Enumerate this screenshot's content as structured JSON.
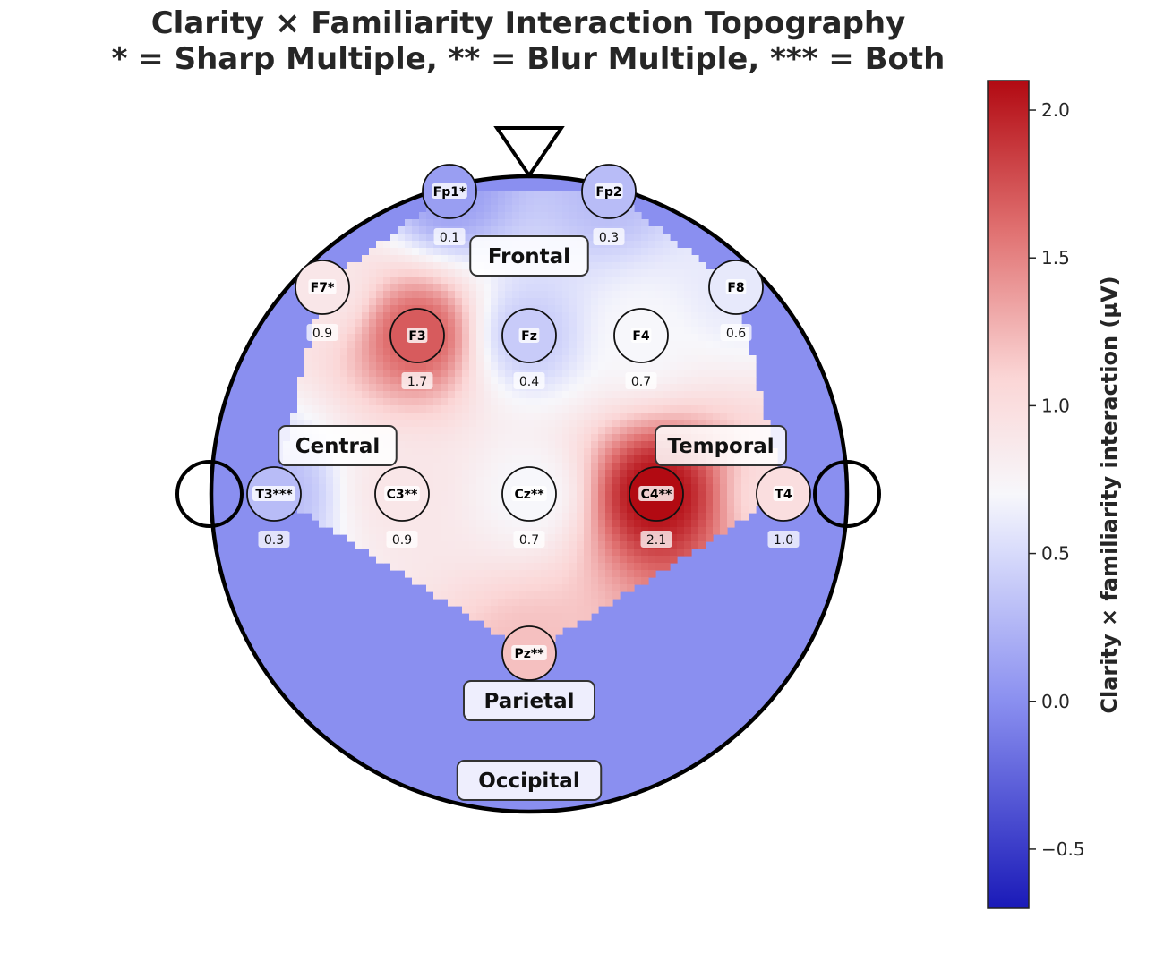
{
  "chart_data": {
    "type": "heatmap",
    "title": "Clarity × Familiarity Interaction Topography",
    "subtitle": "* = Sharp Multiple, ** = Blur Multiple, *** = Both",
    "colorbar": {
      "label": "Clarity × familiarity interaction (µV)",
      "range": [
        -0.7,
        2.1
      ],
      "ticks": [
        {
          "value": 2.0,
          "label": "2.0"
        },
        {
          "value": 1.5,
          "label": "1.5"
        },
        {
          "value": 1.0,
          "label": "1.0"
        },
        {
          "value": 0.5,
          "label": "0.5"
        },
        {
          "value": 0.0,
          "label": "0.0"
        },
        {
          "value": -0.5,
          "label": "−0.5"
        }
      ],
      "colormap": "coolwarm (blue to red)"
    },
    "electrodes": [
      {
        "name": "Fp1*",
        "value": 0.1,
        "value_label": "0.1"
      },
      {
        "name": "Fp2",
        "value": 0.3,
        "value_label": "0.3"
      },
      {
        "name": "F7*",
        "value": 0.9,
        "value_label": "0.9"
      },
      {
        "name": "F3",
        "value": 1.7,
        "value_label": "1.7"
      },
      {
        "name": "Fz",
        "value": 0.4,
        "value_label": "0.4"
      },
      {
        "name": "F4",
        "value": 0.7,
        "value_label": "0.7"
      },
      {
        "name": "F8",
        "value": 0.6,
        "value_label": "0.6"
      },
      {
        "name": "T3***",
        "value": 0.3,
        "value_label": "0.3"
      },
      {
        "name": "C3**",
        "value": 0.9,
        "value_label": "0.9"
      },
      {
        "name": "Cz**",
        "value": 0.7,
        "value_label": "0.7"
      },
      {
        "name": "C4**",
        "value": 2.1,
        "value_label": "2.1"
      },
      {
        "name": "T4",
        "value": 1.0,
        "value_label": "1.0"
      },
      {
        "name": "Pz**",
        "value": 1.2,
        "value_label": ""
      }
    ],
    "regions": [
      "Frontal",
      "Central",
      "Temporal",
      "Parietal",
      "Occipital"
    ],
    "background_value": 0.0
  }
}
